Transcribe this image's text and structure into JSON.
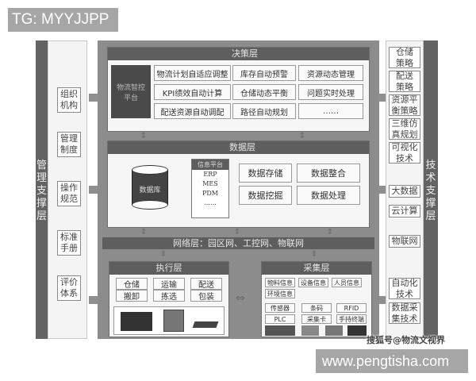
{
  "watermarks": {
    "top_left": "TG: MYYJJPP",
    "bottom_right": "www.pengtisha.com",
    "sohu": "搜狐号@物流文视界"
  },
  "management_layer": {
    "title": "管理支撑层",
    "items": [
      "组织\n机构",
      "管理\n制度",
      "操作\n规范",
      "标准\n手册",
      "评价\n体系"
    ]
  },
  "technology_layer": {
    "title": "技术支撑层",
    "items": [
      "仓储\n策略",
      "配送\n策略",
      "资源平\n衡策略",
      "三维仿\n真规划",
      "可视化\n技术",
      "大数据",
      "云计算",
      "物联网",
      "自动化\n技术",
      "数据采\n集技术"
    ]
  },
  "decision_layer": {
    "title": "决策层",
    "platform": "物流智控\n平台",
    "cells": [
      [
        "物流计划自适应调整",
        "库存自动预警",
        "资源动态管理"
      ],
      [
        "KPI绩效自动计算",
        "仓储动态平衡",
        "问题实时处理"
      ],
      [
        "配送资源自动调配",
        "路径自动规划",
        "……"
      ]
    ]
  },
  "data_layer": {
    "title": "数据层",
    "database": "数据库",
    "info_platform": {
      "title": "信息平台",
      "items": [
        "ERP",
        "MES",
        "PDM",
        "……"
      ]
    },
    "cells": [
      [
        "数据存储",
        "数据整合"
      ],
      [
        "数据挖掘",
        "数据处理"
      ]
    ]
  },
  "network_layer": {
    "title": "网络层：园区网、工控网、物联网"
  },
  "execution_layer": {
    "title": "执行层",
    "cells": [
      [
        "仓储",
        "运输",
        "配送"
      ],
      [
        "搬卸",
        "拣选",
        "包装"
      ]
    ]
  },
  "collection_layer": {
    "title": "采集层",
    "info_cells": [
      "物料信息",
      "设备信息",
      "人员信息",
      "环境信息"
    ],
    "device_cells": [
      [
        "传感器",
        "条码",
        "RFID"
      ],
      [
        "PLC",
        "采集卡",
        "手持终端"
      ]
    ]
  },
  "colors": {
    "frame": "#8c8c8c",
    "header": "#5e5e5e",
    "side_bar": "#636363",
    "panel": "#f6f6f6"
  }
}
